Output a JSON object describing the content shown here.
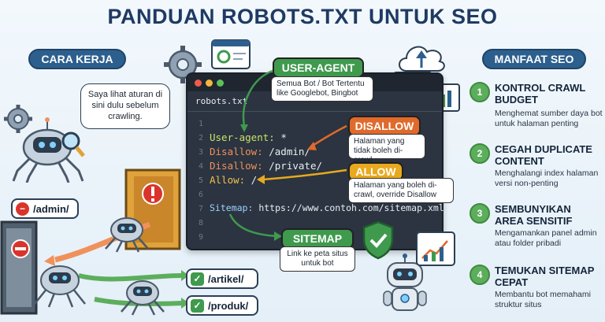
{
  "title": "PANDUAN ROBOTS.TXT UNTUK SEO",
  "left_section": {
    "label": "CARA KERJA",
    "robot_bubble": "Saya lihat aturan di sini dulu sebelum crawling.",
    "blocked_path": "/admin/",
    "allowed_paths": [
      "/artikel/",
      "/produk/"
    ]
  },
  "right_section": {
    "label": "MANFAAT SEO",
    "benefits": [
      {
        "num": "1",
        "head": "KONTROL CRAWL BUDGET",
        "desc": "Menghemat sumber daya bot untuk halaman penting"
      },
      {
        "num": "2",
        "head": "CEGAH DUPLICATE CONTENT",
        "desc": "Menghalangi index halaman versi non-penting"
      },
      {
        "num": "3",
        "head": "SEMBUNYIKAN AREA SENSITIF",
        "desc": "Mengamankan panel admin atau folder pribadi"
      },
      {
        "num": "4",
        "head": "TEMUKAN SITEMAP CEPAT",
        "desc": "Membantu bot memahami struktur situs"
      }
    ]
  },
  "editor": {
    "filename": "robots.txt",
    "line_numbers": [
      "1",
      "2",
      "3",
      "4",
      "5",
      "6",
      "7",
      "8",
      "9"
    ],
    "lines": {
      "ua_key": "User-agent:",
      "ua_val": " *",
      "dis1_key": "Disallow:",
      "dis1_val": " /admin/",
      "dis2_key": "Disallow:",
      "dis2_val": " /private/",
      "allow_key": "Allow:",
      "allow_val": " /",
      "sitemap_key": "Sitemap:",
      "sitemap_val": " https://www.contoh.com/sitemap.xml"
    }
  },
  "callouts": {
    "user_agent": {
      "label": "USER-AGENT",
      "desc": "Semua Bot / Bot Tertentu like Googlebot, Bingbot"
    },
    "disallow": {
      "label": "DISALLOW",
      "desc": "Halaman yang tidak boleh di-crawl"
    },
    "allow": {
      "label": "ALLOW",
      "desc": "Halaman yang boleh di-crawl, override Disallow"
    },
    "sitemap": {
      "label": "SITEMAP",
      "desc": "Link ke peta situs untuk bot"
    }
  },
  "colors": {
    "pill": "#2d5f8e",
    "user_agent": "#3f9a4e",
    "disallow": "#e06a2c",
    "allow": "#e8a91e",
    "sitemap": "#3f9a4e",
    "benefit_num": "#5cae5c"
  },
  "icons": [
    "gear-icon",
    "cloud-icon",
    "server-icon",
    "chart-icon",
    "shield-check-icon",
    "robot-icon",
    "spider-bot-icon",
    "door-icon",
    "magnifier-icon"
  ]
}
